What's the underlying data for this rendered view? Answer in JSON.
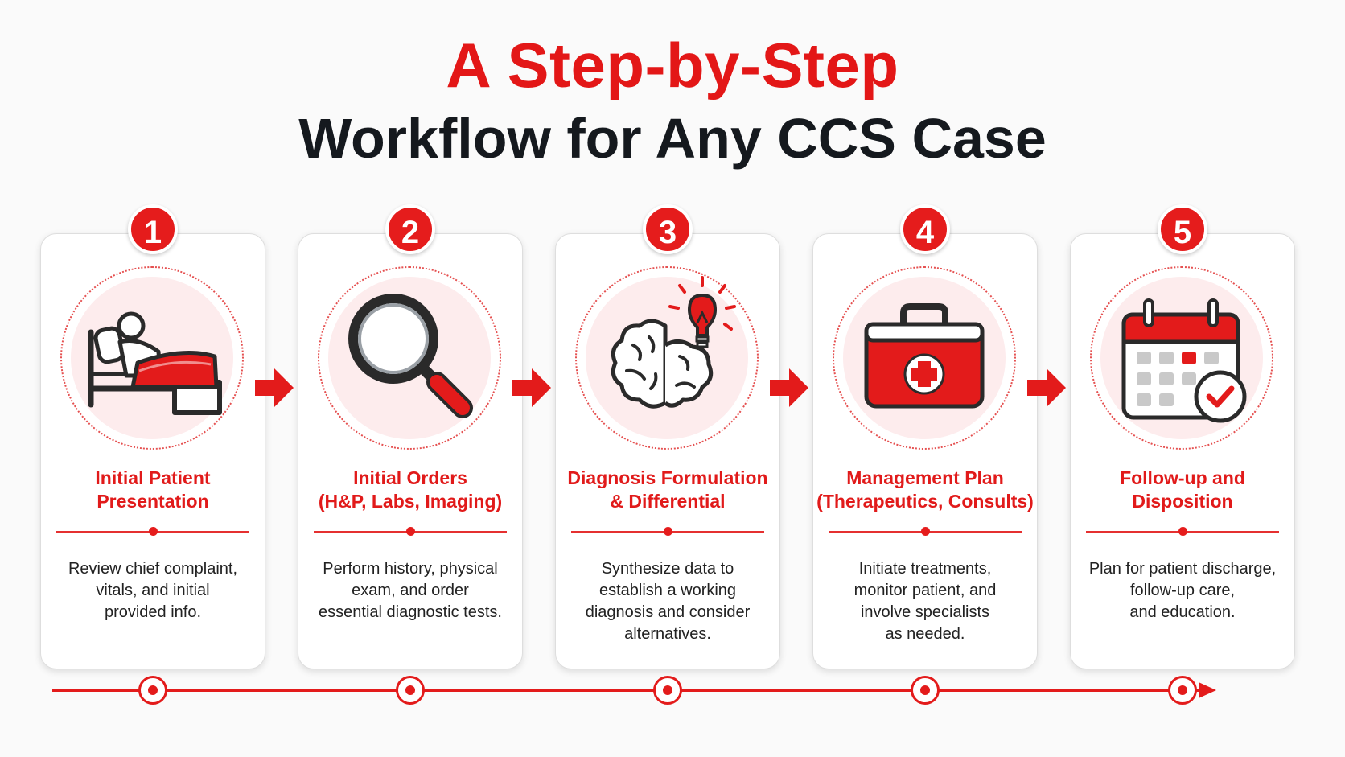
{
  "title": {
    "line1": "A Step-by-Step",
    "line2": "Workflow for Any CCS Case"
  },
  "colors": {
    "accent": "#e31b1b",
    "title_dark": "#15191e",
    "icon_bg": "#fdeced",
    "card_bg": "#ffffff"
  },
  "steps": [
    {
      "number": "1",
      "icon": "patient-bed-icon",
      "title": "Initial Patient\nPresentation",
      "description": "Review chief complaint,\nvitals, and initial\nprovided info."
    },
    {
      "number": "2",
      "icon": "magnifying-glass-icon",
      "title": "Initial Orders\n(H&P, Labs, Imaging)",
      "description": "Perform history, physical\nexam, and order\nessential diagnostic tests."
    },
    {
      "number": "3",
      "icon": "brain-lightbulb-icon",
      "title": "Diagnosis Formulation\n& Differential",
      "description": "Synthesize data to\nestablish a working\ndiagnosis and consider\nalternatives."
    },
    {
      "number": "4",
      "icon": "first-aid-kit-icon",
      "title": "Management Plan\n(Therapeutics, Consults)",
      "description": "Initiate treatments,\nmonitor patient, and\ninvolve specialists\nas needed."
    },
    {
      "number": "5",
      "icon": "calendar-check-icon",
      "title": "Follow-up and\nDisposition",
      "description": "Plan for patient discharge,\nfollow-up care,\nand education."
    }
  ]
}
